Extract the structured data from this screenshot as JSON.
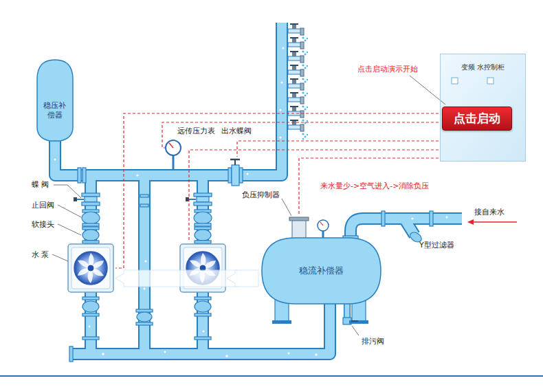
{
  "diagram": {
    "nodes": [
      {
        "text": [
          "稳压补偿器"
        ]
      },
      {
        "text": [
          "变频 水控制柜"
        ]
      },
      {
        "text": [
          "点击启动"
        ],
        "in": 1
      },
      {
        "text": [
          "稳流补偿器"
        ]
      }
    ],
    "labels": [
      "点击启动演示开始",
      "远传压力表",
      "出水蝶阀",
      "蝶 阀",
      "止回阀",
      "软接头",
      "水 泵",
      "来水量少->空气进入->消除负压",
      "负压抑制器",
      "接自来水",
      "Y型过滤器",
      "排污阀"
    ]
  }
}
